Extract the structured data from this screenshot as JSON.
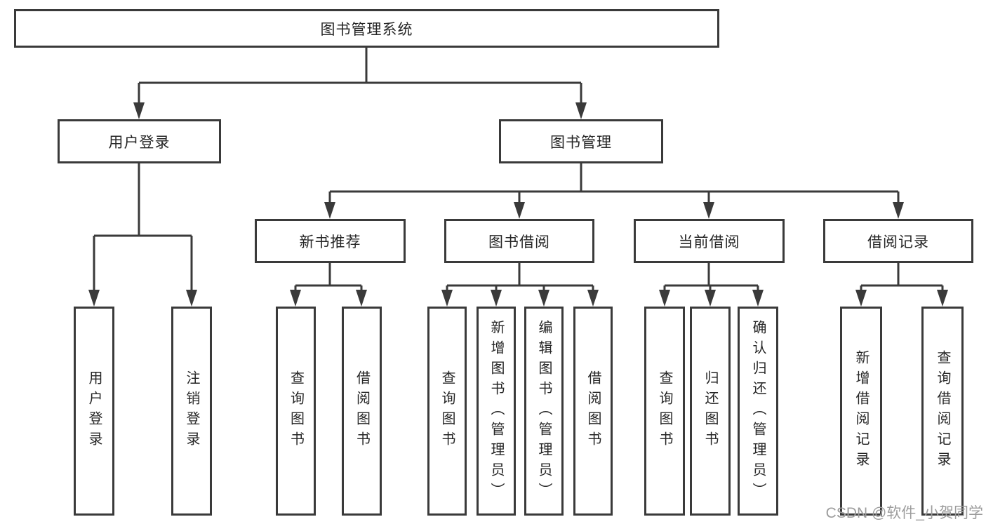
{
  "tree": {
    "label": "图书管理系统",
    "children": [
      {
        "label": "用户登录",
        "children": [
          {
            "label": "用户登录"
          },
          {
            "label": "注销登录"
          }
        ]
      },
      {
        "label": "图书管理",
        "children": [
          {
            "label": "新书推荐",
            "children": [
              {
                "label": "查询图书"
              },
              {
                "label": "借阅图书"
              }
            ]
          },
          {
            "label": "图书借阅",
            "children": [
              {
                "label": "查询图书"
              },
              {
                "label": "新增图书（管理员）"
              },
              {
                "label": "编辑图书（管理员）"
              },
              {
                "label": "借阅图书"
              }
            ]
          },
          {
            "label": "当前借阅",
            "children": [
              {
                "label": "查询图书"
              },
              {
                "label": "归还图书"
              },
              {
                "label": "确认归还（管理员）"
              }
            ]
          },
          {
            "label": "借阅记录",
            "children": [
              {
                "label": "新增借阅记录"
              },
              {
                "label": "查询借阅记录"
              }
            ]
          }
        ]
      }
    ]
  },
  "watermark": {
    "text": "CSDN @软件_小贺同学"
  },
  "colors": {
    "line": "#3a3a3a",
    "ink": "#262626",
    "watermark": "#9c9c9c",
    "background": "#ffffff"
  }
}
